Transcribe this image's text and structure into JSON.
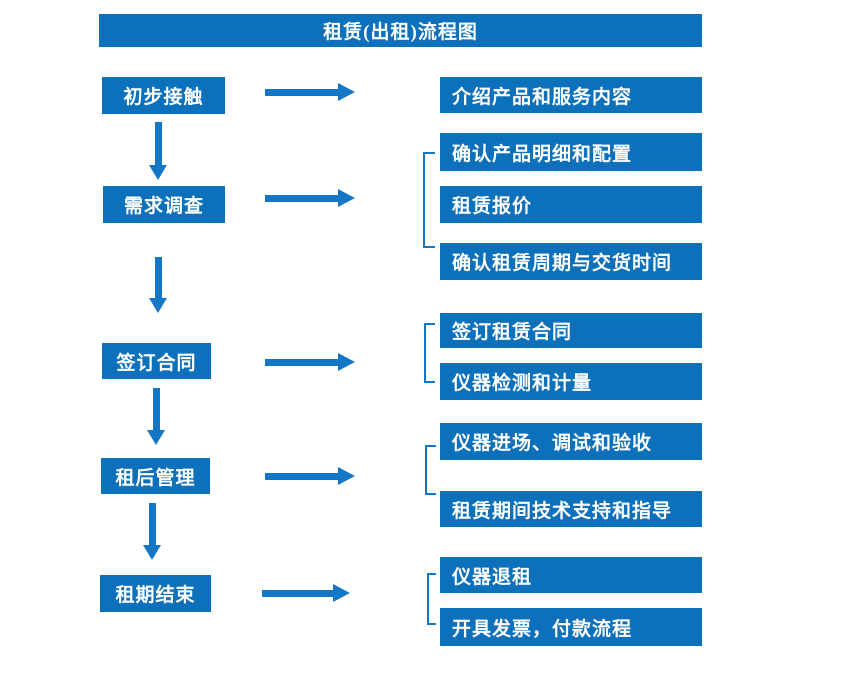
{
  "title": "租赁(出租)流程图",
  "colors": {
    "box": "#0d70ba",
    "arrow": "#1477c6",
    "text": "#ffffff",
    "background": "#ffffff"
  },
  "steps": [
    {
      "label": "初步接触",
      "outputs": [
        "介绍产品和服务内容"
      ]
    },
    {
      "label": "需求调查",
      "outputs": [
        "确认产品明细和配置",
        "租赁报价",
        "确认租赁周期与交货时间"
      ]
    },
    {
      "label": "签订合同",
      "outputs": [
        "签订租赁合同",
        "仪器检测和计量"
      ]
    },
    {
      "label": "租后管理",
      "outputs": [
        "仪器进场、调试和验收",
        "租赁期间技术支持和指导"
      ]
    },
    {
      "label": "租期结束",
      "outputs": [
        "仪器退租",
        "开具发票，付款流程"
      ]
    }
  ]
}
